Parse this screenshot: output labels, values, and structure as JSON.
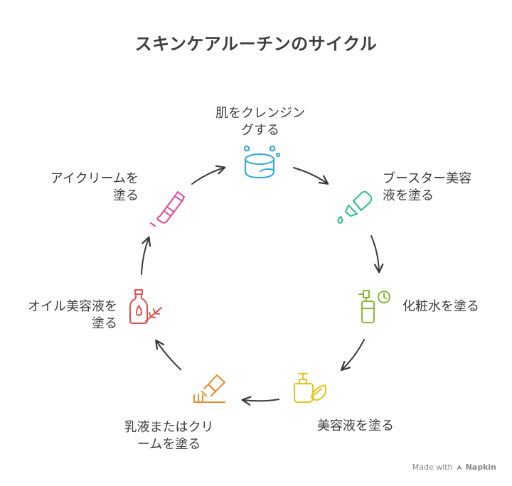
{
  "title": "スキンケアルーチンのサイクル",
  "steps": [
    {
      "id": "cleansing",
      "lines": [
        "肌をクレンジン",
        "グする"
      ],
      "icon": "bar-soap-icon",
      "color": "#2ba7d9"
    },
    {
      "id": "booster",
      "lines": [
        "ブースター美容",
        "液を塗る"
      ],
      "icon": "dropper-bottle-icon",
      "color": "#27c281"
    },
    {
      "id": "toner",
      "lines": [
        "化粧水を塗る"
      ],
      "icon": "spray-bottle-clock-icon",
      "color": "#86b83a"
    },
    {
      "id": "serum",
      "lines": [
        "美容液を塗る"
      ],
      "icon": "pump-bottle-leaf-icon",
      "color": "#e3c51e"
    },
    {
      "id": "emulsion",
      "lines": [
        "乳液またはクリ",
        "ームを塗る"
      ],
      "icon": "tube-toothbrush-icon",
      "color": "#ee8a2c"
    },
    {
      "id": "oil",
      "lines": [
        "オイル美容液を",
        "塗る"
      ],
      "icon": "oil-bottle-herb-icon",
      "color": "#e2504e"
    },
    {
      "id": "eye",
      "lines": [
        "アイクリームを",
        "塗る"
      ],
      "icon": "eye-cream-pen-icon",
      "color": "#e0459e"
    }
  ],
  "footer": {
    "made_with": "Made with",
    "brand": "Napkin"
  }
}
